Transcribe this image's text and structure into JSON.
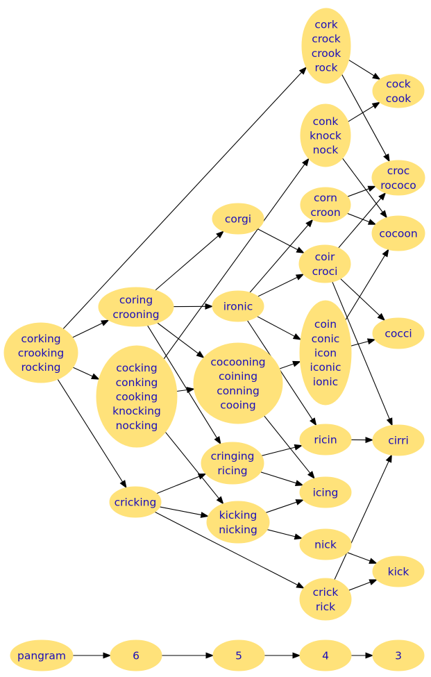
{
  "graph": {
    "nodes": [
      {
        "id": "n-cork",
        "lines": [
          "cork",
          "crock",
          "crook",
          "rock"
        ]
      },
      {
        "id": "n-cock",
        "lines": [
          "cock",
          "cook"
        ]
      },
      {
        "id": "n-conk",
        "lines": [
          "conk",
          "knock",
          "nock"
        ]
      },
      {
        "id": "n-croc",
        "lines": [
          "croc",
          "rococo"
        ]
      },
      {
        "id": "n-corn",
        "lines": [
          "corn",
          "croon"
        ]
      },
      {
        "id": "n-cocoon",
        "lines": [
          "cocoon"
        ]
      },
      {
        "id": "n-corgi",
        "lines": [
          "corgi"
        ]
      },
      {
        "id": "n-coir",
        "lines": [
          "coir",
          "croci"
        ]
      },
      {
        "id": "n-coring",
        "lines": [
          "coring",
          "crooning"
        ]
      },
      {
        "id": "n-ironic",
        "lines": [
          "ironic"
        ]
      },
      {
        "id": "n-coin",
        "lines": [
          "coin",
          "conic",
          "icon",
          "iconic",
          "ionic"
        ]
      },
      {
        "id": "n-cocci",
        "lines": [
          "cocci"
        ]
      },
      {
        "id": "n-corking",
        "lines": [
          "corking",
          "crooking",
          "rocking"
        ]
      },
      {
        "id": "n-cocking",
        "lines": [
          "cocking",
          "conking",
          "cooking",
          "knocking",
          "nocking"
        ]
      },
      {
        "id": "n-cocooning",
        "lines": [
          "cocooning",
          "coining",
          "conning",
          "cooing"
        ]
      },
      {
        "id": "n-ricin",
        "lines": [
          "ricin"
        ]
      },
      {
        "id": "n-cirri",
        "lines": [
          "cirri"
        ]
      },
      {
        "id": "n-cringing",
        "lines": [
          "cringing",
          "ricing"
        ]
      },
      {
        "id": "n-icing",
        "lines": [
          "icing"
        ]
      },
      {
        "id": "n-cricking",
        "lines": [
          "cricking"
        ]
      },
      {
        "id": "n-kicking",
        "lines": [
          "kicking",
          "nicking"
        ]
      },
      {
        "id": "n-nick",
        "lines": [
          "nick"
        ]
      },
      {
        "id": "n-kick",
        "lines": [
          "kick"
        ]
      },
      {
        "id": "n-crick",
        "lines": [
          "crick",
          "rick"
        ]
      },
      {
        "id": "n-pangram",
        "lines": [
          "pangram"
        ]
      },
      {
        "id": "n-6",
        "lines": [
          "6"
        ]
      },
      {
        "id": "n-5",
        "lines": [
          "5"
        ]
      },
      {
        "id": "n-4",
        "lines": [
          "4"
        ]
      },
      {
        "id": "n-3",
        "lines": [
          "3"
        ]
      }
    ],
    "edges": [
      {
        "from": "n-corking",
        "to": "n-cork"
      },
      {
        "from": "n-corking",
        "to": "n-coring"
      },
      {
        "from": "n-corking",
        "to": "n-cocking"
      },
      {
        "from": "n-corking",
        "to": "n-cricking"
      },
      {
        "from": "n-cork",
        "to": "n-cock"
      },
      {
        "from": "n-cork",
        "to": "n-croc"
      },
      {
        "from": "n-conk",
        "to": "n-cock"
      },
      {
        "from": "n-conk",
        "to": "n-cocoon"
      },
      {
        "from": "n-corn",
        "to": "n-croc"
      },
      {
        "from": "n-corn",
        "to": "n-cocoon"
      },
      {
        "from": "n-coir",
        "to": "n-croc"
      },
      {
        "from": "n-coir",
        "to": "n-cocci"
      },
      {
        "from": "n-coir",
        "to": "n-cirri"
      },
      {
        "from": "n-coring",
        "to": "n-corgi"
      },
      {
        "from": "n-coring",
        "to": "n-ironic"
      },
      {
        "from": "n-coring",
        "to": "n-cocooning"
      },
      {
        "from": "n-coring",
        "to": "n-cringing"
      },
      {
        "from": "n-corgi",
        "to": "n-coir"
      },
      {
        "from": "n-ironic",
        "to": "n-corn"
      },
      {
        "from": "n-ironic",
        "to": "n-coir"
      },
      {
        "from": "n-ironic",
        "to": "n-coin"
      },
      {
        "from": "n-ironic",
        "to": "n-ricin"
      },
      {
        "from": "n-coin",
        "to": "n-cocoon"
      },
      {
        "from": "n-coin",
        "to": "n-cocci"
      },
      {
        "from": "n-cocking",
        "to": "n-conk"
      },
      {
        "from": "n-cocking",
        "to": "n-cocooning"
      },
      {
        "from": "n-cocking",
        "to": "n-kicking"
      },
      {
        "from": "n-cocooning",
        "to": "n-coin"
      },
      {
        "from": "n-cocooning",
        "to": "n-icing"
      },
      {
        "from": "n-ricin",
        "to": "n-cirri"
      },
      {
        "from": "n-cringing",
        "to": "n-ricin"
      },
      {
        "from": "n-cringing",
        "to": "n-icing"
      },
      {
        "from": "n-cricking",
        "to": "n-cringing"
      },
      {
        "from": "n-cricking",
        "to": "n-kicking"
      },
      {
        "from": "n-cricking",
        "to": "n-crick"
      },
      {
        "from": "n-kicking",
        "to": "n-icing"
      },
      {
        "from": "n-kicking",
        "to": "n-nick"
      },
      {
        "from": "n-nick",
        "to": "n-kick"
      },
      {
        "from": "n-crick",
        "to": "n-kick"
      },
      {
        "from": "n-crick",
        "to": "n-cirri"
      },
      {
        "from": "n-pangram",
        "to": "n-6"
      },
      {
        "from": "n-6",
        "to": "n-5"
      },
      {
        "from": "n-5",
        "to": "n-4"
      },
      {
        "from": "n-4",
        "to": "n-3"
      }
    ]
  }
}
